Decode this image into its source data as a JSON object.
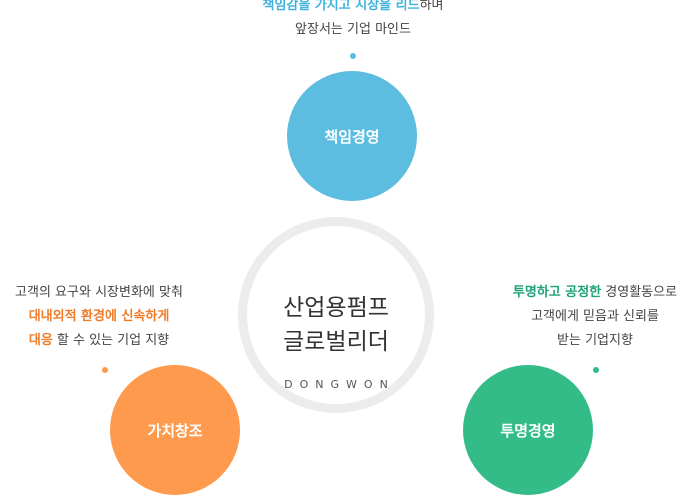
{
  "top": {
    "line1_hl": "책임감을 가지고 시장을 리드",
    "line1_rest": "하며",
    "line2": "앞장서는 기업 마인드",
    "circle_label": "책임경영",
    "color": "#5dbde0"
  },
  "left": {
    "line1": "고객의 요구와 시장변화에 맞춰",
    "line2_hl": "대내외적 환경에 신속하게",
    "line3_hl": "대응",
    "line3_rest": " 할 수 있는 기업 지향",
    "circle_label": "가치창조",
    "color": "#fd9a4d"
  },
  "right": {
    "line1_hl": "투명하고 공정한",
    "line1_rest": " 경영활동으로",
    "line2": "고객에게 믿음과 신뢰를",
    "line3": "받는 기업지향",
    "circle_label": "투명경영",
    "color": "#33bb88"
  },
  "center": {
    "title_line1": "산업용펌프",
    "title_line2": "글로벌리더",
    "subtitle": "DONGWON"
  }
}
